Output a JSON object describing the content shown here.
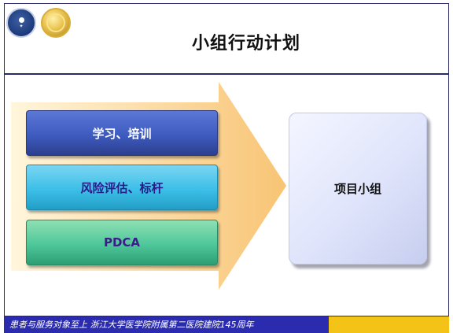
{
  "header": {
    "title": "小组行动计划",
    "logos": [
      {
        "icon": "hospital-logo-icon"
      },
      {
        "icon": "gold-seal-icon"
      }
    ]
  },
  "diagram": {
    "arrow_colors": {
      "light": "#fff6dc",
      "dark": "#f8c474"
    },
    "items": [
      {
        "label": "学习、培训"
      },
      {
        "label": "风险评估、标杆"
      },
      {
        "label": "PDCA"
      }
    ],
    "target": {
      "label": "项目小组"
    }
  },
  "footer": {
    "text": "患者与服务对象至上    浙江大学医学院附属第二医院建院145周年",
    "colors": {
      "left": "#2b2bb0",
      "right": "#f3c318"
    }
  }
}
